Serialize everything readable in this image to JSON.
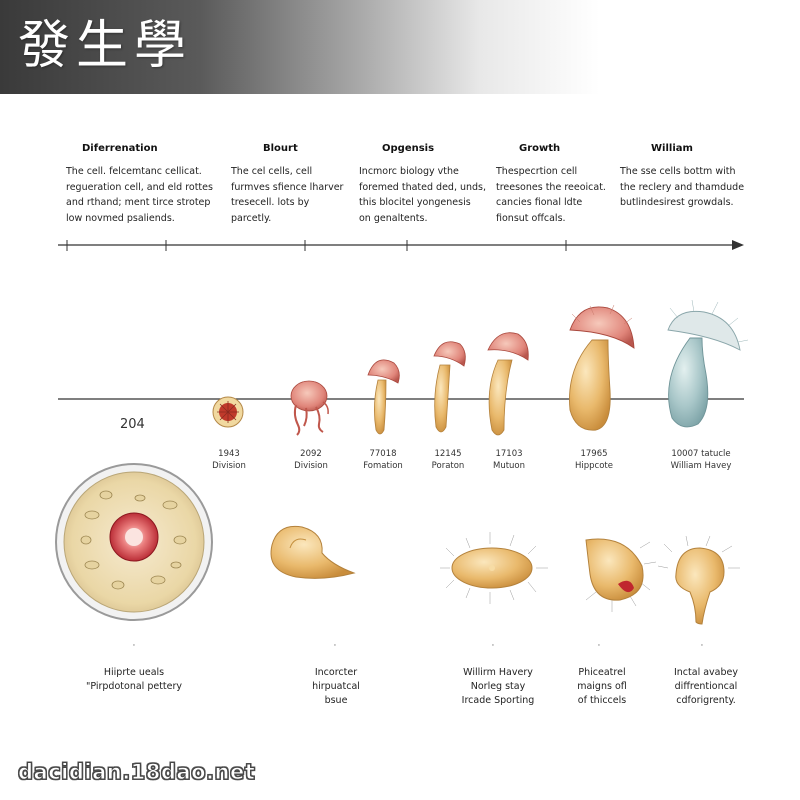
{
  "banner": {
    "title": "發生學"
  },
  "columns": [
    {
      "heading": "Diferrenation",
      "text": "The cell. felcemtanc cellicat.\nregueration cell, and eld rottes\nand rthand; ment tirce strotep\nlow novmed psaliends."
    },
    {
      "heading": "Blourt",
      "text": "The cel cells, cell\nfurmves sfience lharver\ntresecell. lots by\nparcetly."
    },
    {
      "heading": "Opgensis",
      "text": "Incmorc biology vthe\nforemed thated ded, unds,\nthis blocitel yongenesis\non genaltents."
    },
    {
      "heading": "Growth",
      "text": "Thespecrtion cell\ntreesones the reeoicat.\ncancies fional ldte\nfionsut offcals."
    },
    {
      "heading": "William",
      "text": "The sse cells bottm with\nthe reclery and thamdude\nbutlindesirest growdals."
    }
  ],
  "year_label": "204",
  "stages": [
    {
      "caption": "1943\nDivision"
    },
    {
      "caption": "2092\nDivision"
    },
    {
      "caption": "77018\nFomation"
    },
    {
      "caption": "12145\nPoraton"
    },
    {
      "caption": "17103\nMutuon"
    },
    {
      "caption": "17965\nHippcote"
    },
    {
      "caption": "10007 tatucle\nWilliam Havey"
    }
  ],
  "bottom_items": [
    {
      "tick": "'",
      "caption": "Hiiprte ueals\n\"Pirpdotonal pettery"
    },
    {
      "tick": "'",
      "caption": "Incorcter\nhirpuatcal\nbsue"
    },
    {
      "tick": "'",
      "caption": "Willirm Havery\nNorleg stay\nIrcade Sporting"
    },
    {
      "tick": "'",
      "caption": "Phiceatrel\nmaigns ofl\nof thiccels"
    },
    {
      "tick": "'",
      "caption": "Inctal avabey\ndiffrentioncal\ncdforigrenty."
    }
  ],
  "watermark": "dacidian.18dao.net",
  "colors": {
    "membrane": "#c8c8c8",
    "cytoplasm": "#f3e3b8",
    "nucleus": "#c0262e",
    "embryo_tan": "#e6b870",
    "embryo_pink": "#e28a7a",
    "embryo_blue": "#a9c7c9"
  }
}
